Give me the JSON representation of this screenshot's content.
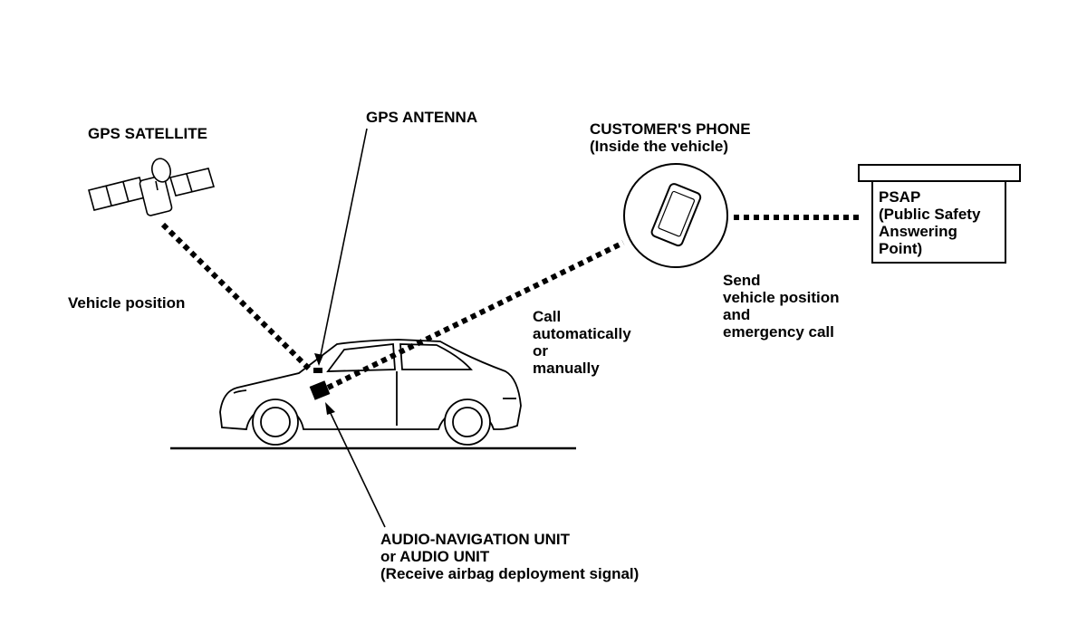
{
  "labels": {
    "gps_satellite": "GPS SATELLITE",
    "gps_antenna": "GPS ANTENNA",
    "customer_phone": [
      "CUSTOMER'S PHONE",
      "(Inside the vehicle)"
    ],
    "psap": [
      "PSAP",
      "(Public Safety",
      "Answering",
      "Point)"
    ],
    "vehicle_position": "Vehicle position",
    "call": [
      "Call",
      "automatically",
      "or",
      "manually"
    ],
    "send": [
      "Send",
      "vehicle position",
      "and",
      "emergency call"
    ],
    "audio_unit": [
      "AUDIO-NAVIGATION UNIT",
      "or AUDIO UNIT",
      "(Receive airbag deployment signal)"
    ]
  },
  "icons": {
    "satellite": "satellite-icon",
    "phone": "phone-icon",
    "car": "car-icon",
    "building": "building-icon"
  },
  "colors": {
    "ink": "#000000",
    "background": "#ffffff"
  }
}
